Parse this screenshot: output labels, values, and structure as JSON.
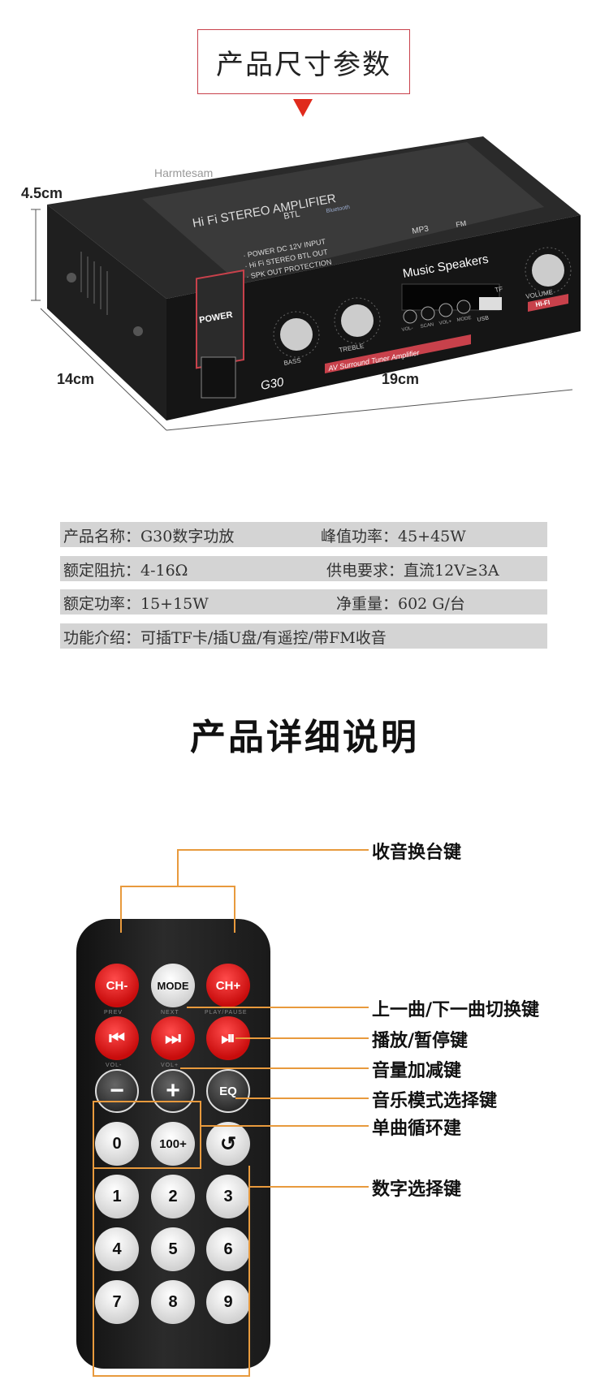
{
  "size_section": {
    "title": "产品尺寸参数",
    "dim_height": "4.5cm",
    "dim_depth": "14cm",
    "dim_width": "19cm"
  },
  "amplifier": {
    "brand_watermark": "Harmtesam",
    "top_label": "Hi Fi STEREO AMPLIFIER",
    "btl_badge": "BTL",
    "bluetooth_badge": "Bluetooth",
    "mp3_badge": "MP3",
    "fm_badge": "FM",
    "spec_lines": [
      "· POWER DC 12V INPUT",
      "· Hi Fi STEREO BTL OUT",
      "· SPK OUT PROTECTION"
    ],
    "power_label": "POWER",
    "model": "G30",
    "music_label": "Music Speakers",
    "bass_label": "BASS",
    "treble_label": "TREBLE",
    "volume_label": "VOLUME",
    "hifi_badge": "HI-FI",
    "surround_label": "AV Surround Tuner Amplifier",
    "tf_label": "TF",
    "usb_label": "USB",
    "button_labels": [
      "VOL-",
      "SCAN",
      "VOL+",
      "MODE"
    ]
  },
  "specs": [
    {
      "left": "产品名称：G30数字功放",
      "right": "峰值功率：45+45W"
    },
    {
      "left": "额定阻抗：4-16Ω",
      "right": "供电要求：直流12V≥3A"
    },
    {
      "left": "额定功率：15+15W",
      "right": "净重量：602 G/台"
    },
    {
      "left": "功能介绍：可插TF卡/插U盘/有遥控/带FM收音",
      "right": ""
    }
  ],
  "detail_section": {
    "title": "产品详细说明"
  },
  "callouts": {
    "channel": "收音换台键",
    "prev_next": "上一曲/下一曲切换键",
    "play_pause": "播放/暂停键",
    "volume": "音量加减键",
    "eq": "音乐模式选择键",
    "repeat": "单曲循环建",
    "numbers": "数字选择键"
  },
  "remote": {
    "row1": [
      "CH-",
      "MODE",
      "CH+"
    ],
    "row1_sub": [
      "PREV",
      "NEXT",
      "PLAY/PAUSE"
    ],
    "row2": [
      "⏮",
      "⏭",
      "⏯"
    ],
    "row2_sub": [
      "VOL-",
      "VOL+"
    ],
    "row3": [
      "−",
      "+",
      "EQ"
    ],
    "row4": [
      "0",
      "100+",
      "↺"
    ],
    "row5": [
      "1",
      "2",
      "3"
    ],
    "row6": [
      "4",
      "5",
      "6"
    ],
    "row7": [
      "7",
      "8",
      "9"
    ]
  },
  "colors": {
    "accent_red": "#e02a1c",
    "callout_line": "#e89a3d",
    "spec_bg": "#d4d4d4"
  }
}
